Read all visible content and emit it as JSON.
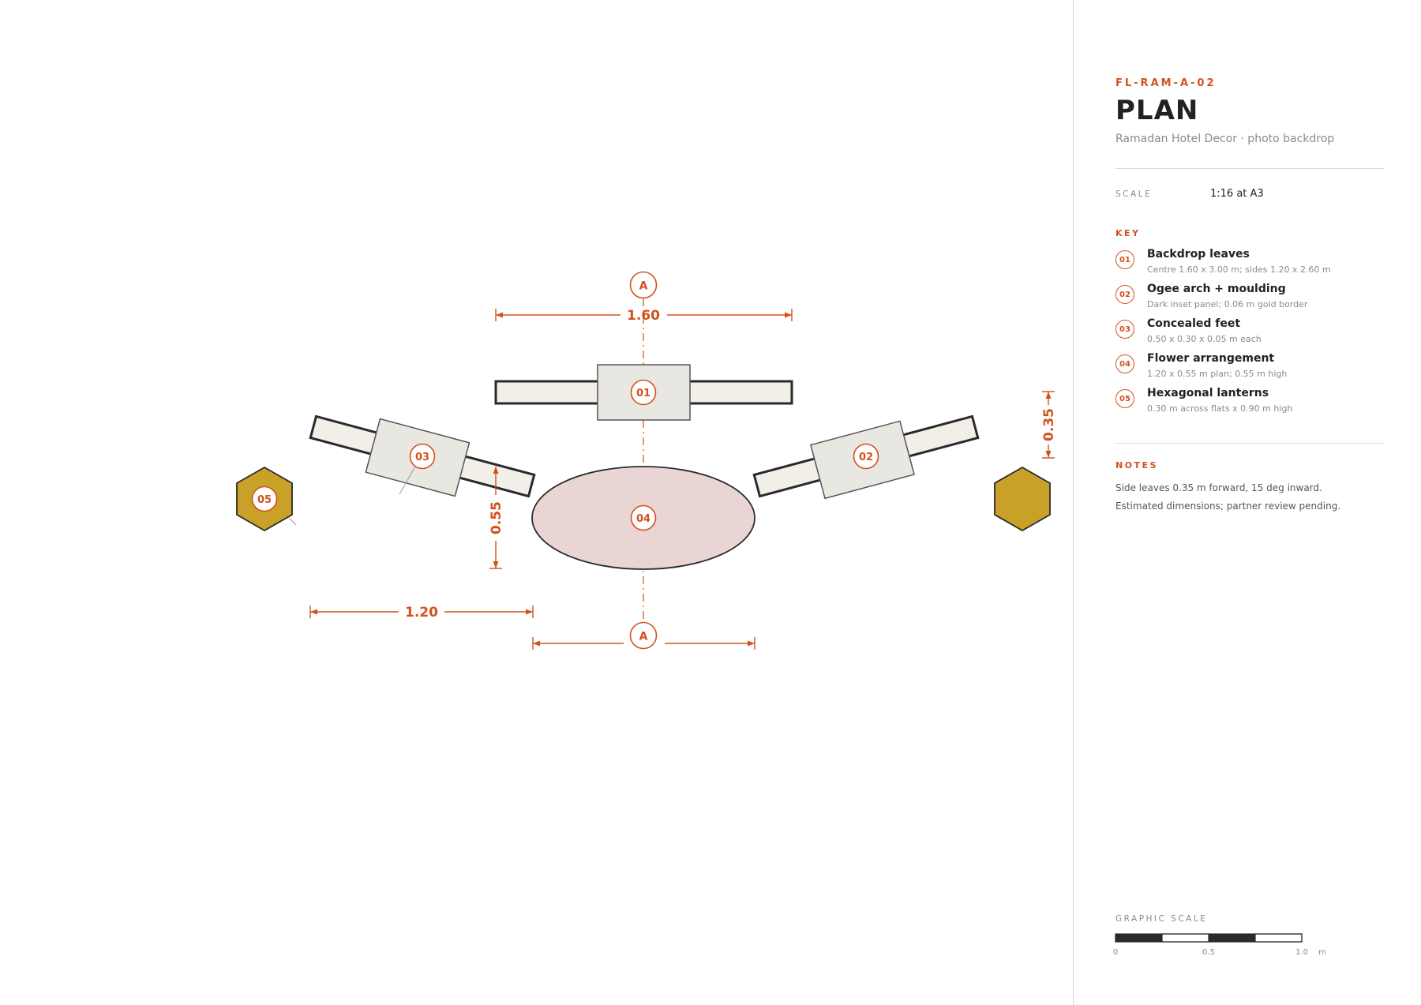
{
  "drawing": {
    "section_marker": "A",
    "callouts": {
      "c01": "01",
      "c02": "02",
      "c03": "03",
      "c04": "04",
      "c05": "05"
    },
    "dimensions": {
      "centre_width": "1.60",
      "side_width": "1.20",
      "flower_depth": "0.55",
      "side_forward": "0.35"
    },
    "colors": {
      "accent": "#d2521e",
      "leaf_fill": "#f2efe9",
      "leaf_stroke": "#2a2a2a",
      "arch_fill": "#e9e7e2",
      "flower_fill": "#e8d5d4",
      "lantern_fill": "#c9a128"
    }
  },
  "sidebar": {
    "code": "FL-RAM-A-02",
    "title": "PLAN",
    "subtitle": "Ramadan Hotel Decor · photo backdrop",
    "scale_label": "SCALE",
    "scale_value": "1:16 at A3",
    "key_heading": "KEY",
    "key": [
      {
        "num": "01",
        "title": "Backdrop leaves",
        "desc": "Centre 1.60 x 3.00 m; sides 1.20 x 2.60 m"
      },
      {
        "num": "02",
        "title": "Ogee arch + moulding",
        "desc": "Dark inset panel; 0.06 m gold border"
      },
      {
        "num": "03",
        "title": "Concealed feet",
        "desc": "0.50 x 0.30 x 0.05 m each"
      },
      {
        "num": "04",
        "title": "Flower arrangement",
        "desc": "1.20 x 0.55 m plan; 0.55 m high"
      },
      {
        "num": "05",
        "title": "Hexagonal lanterns",
        "desc": "0.30 m across flats x 0.90 m high"
      }
    ],
    "notes_heading": "NOTES",
    "notes": [
      "Side leaves 0.35 m forward, 15 deg inward.",
      "Estimated dimensions; partner review pending."
    ],
    "graphic_scale_heading": "GRAPHIC SCALE",
    "graphic_scale_ticks": [
      "0",
      "0.5",
      "1.0"
    ],
    "graphic_scale_unit": "m"
  }
}
